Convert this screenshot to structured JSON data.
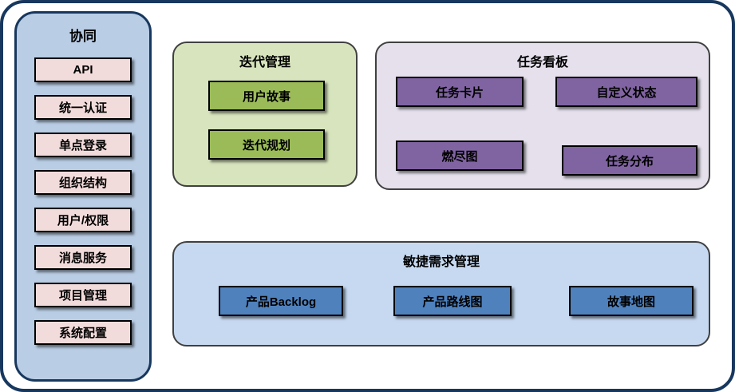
{
  "diagram": {
    "sidebar": {
      "title": "协同",
      "items": [
        "API",
        "统一认证",
        "单点登录",
        "组织结构",
        "用户/权限",
        "消息服务",
        "项目管理",
        "系统配置"
      ]
    },
    "groups": [
      {
        "title": "迭代管理",
        "items": [
          "用户故事",
          "迭代规划"
        ]
      },
      {
        "title": "任务看板",
        "items": [
          "任务卡片",
          "自定义状态",
          "燃尽图",
          "任务分布"
        ]
      },
      {
        "title": "敏捷需求管理",
        "items": [
          "产品Backlog",
          "产品路线图",
          "故事地图"
        ]
      }
    ],
    "colors": {
      "outer_border": "#17375E",
      "sidebar_fill": "#B9CDE5",
      "sidebar_item_fill": "#F2DCDB",
      "iteration_group_fill": "#D7E4BD",
      "iteration_item_fill": "#9BBB59",
      "kanban_group_fill": "#E5E0EC",
      "kanban_item_fill": "#8064A2",
      "requirement_group_fill": "#C6D9F1",
      "requirement_item_fill": "#4F81BD"
    }
  }
}
